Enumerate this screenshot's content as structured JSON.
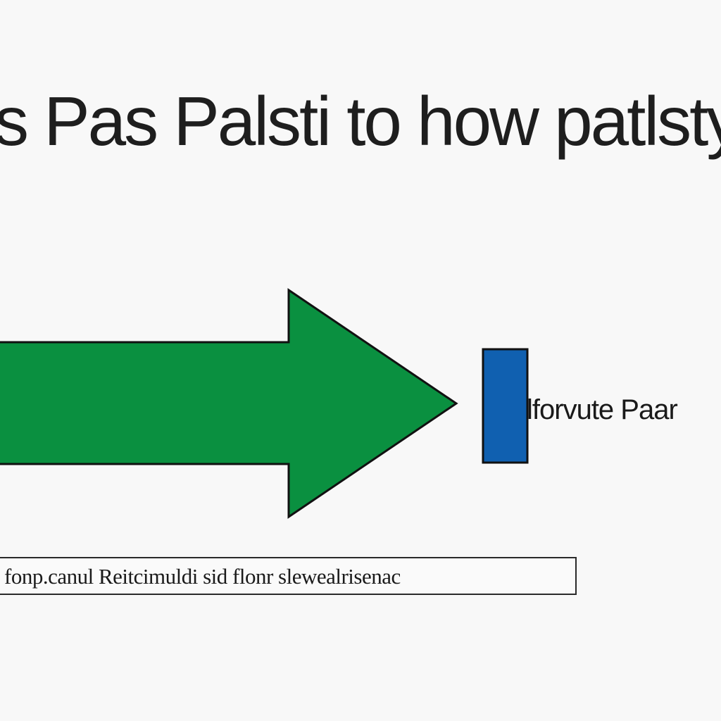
{
  "headline": "s Pas Palsti to how patlstyistic",
  "side_label": "lforvute Paar",
  "caption": "fonp.canul Reitcimuldi sid flonr slewealrisenac",
  "colors": {
    "arrow_fill": "#0a9040",
    "arrow_stroke": "#111111",
    "block_fill": "#1060b0",
    "block_stroke": "#111111"
  },
  "icons": {
    "arrow": "right-arrow-icon",
    "block": "blue-rectangle"
  }
}
